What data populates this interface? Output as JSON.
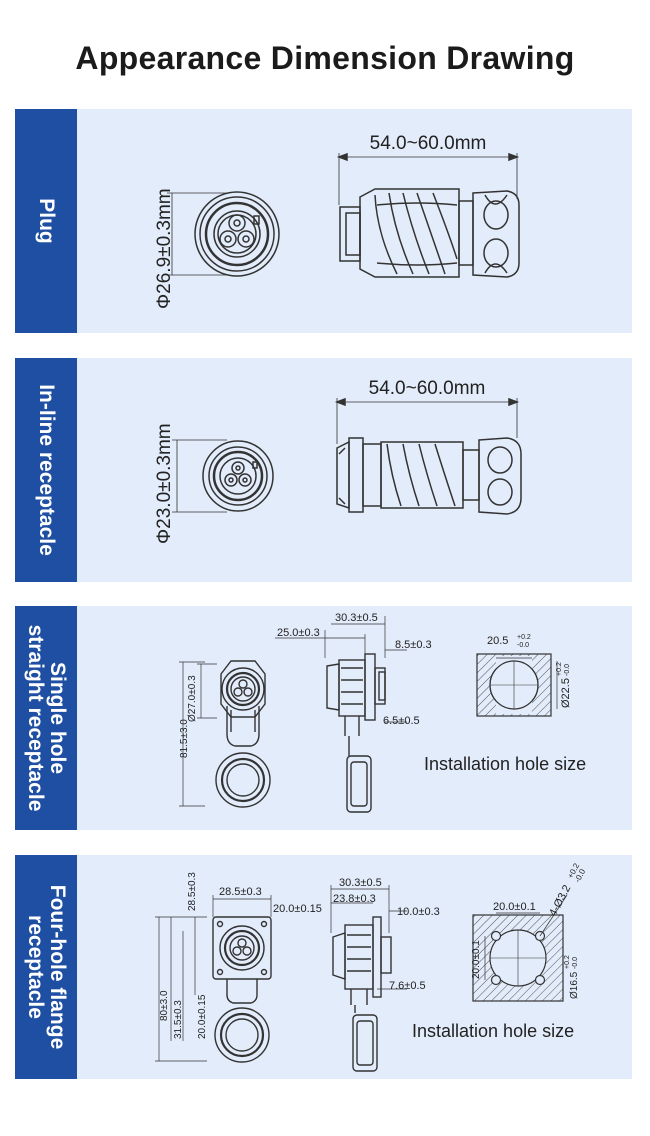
{
  "title": "Appearance Dimension Drawing",
  "panels": [
    {
      "label": "Plug",
      "diameter": "Φ26.9±0.3mm",
      "length": "54.0~60.0mm"
    },
    {
      "label": "In-line receptacle",
      "diameter": "Φ23.0±0.3mm",
      "length": "54.0~60.0mm"
    },
    {
      "label_line1": "Single hole",
      "label_line2": "straight receptacle",
      "dims": {
        "height_total": "81.5±3.0",
        "head_dia": "Ø27.0±0.3",
        "length_a": "30.3±0.5",
        "length_b": "25.0±0.3",
        "length_c": "8.5±0.3",
        "length_d": "6.5±0.5",
        "hole_w": "20.5",
        "hole_w_tol_up": "+0.2",
        "hole_w_tol_dn": "-0.0",
        "hole_d": "Ø22.5",
        "hole_d_tol_up": "+0.2",
        "hole_d_tol_dn": "-0.0"
      },
      "note": "Installation hole size"
    },
    {
      "label_line1": "Four-hole flange",
      "label_line2": "receptacle",
      "dims": {
        "flange_w": "28.5±0.3",
        "flange_h": "28.5±0.3",
        "hole_pitch": "20.0±0.15",
        "pitch_v": "20.0±0.15",
        "height_total": "80±3.0",
        "height_b": "31.5±0.3",
        "length_a": "30.3±0.5",
        "length_b": "23.8±0.3",
        "length_c": "10.0±0.3",
        "length_d": "7.6±0.5",
        "hole_pitch_w": "20.0±0.1",
        "hole_pitch_h": "20.0±0.1",
        "screw_hole": "4-Ø3.2",
        "screw_tol_up": "+0.2",
        "screw_tol_dn": "-0.0",
        "center_hole": "Ø16.5",
        "center_tol_up": "+0.2",
        "center_tol_dn": "-0.0"
      },
      "note": "Installation hole size"
    }
  ],
  "colors": {
    "tab": "#1e4fa3",
    "panel_bg": "#e3ecfa",
    "line": "#333333"
  }
}
